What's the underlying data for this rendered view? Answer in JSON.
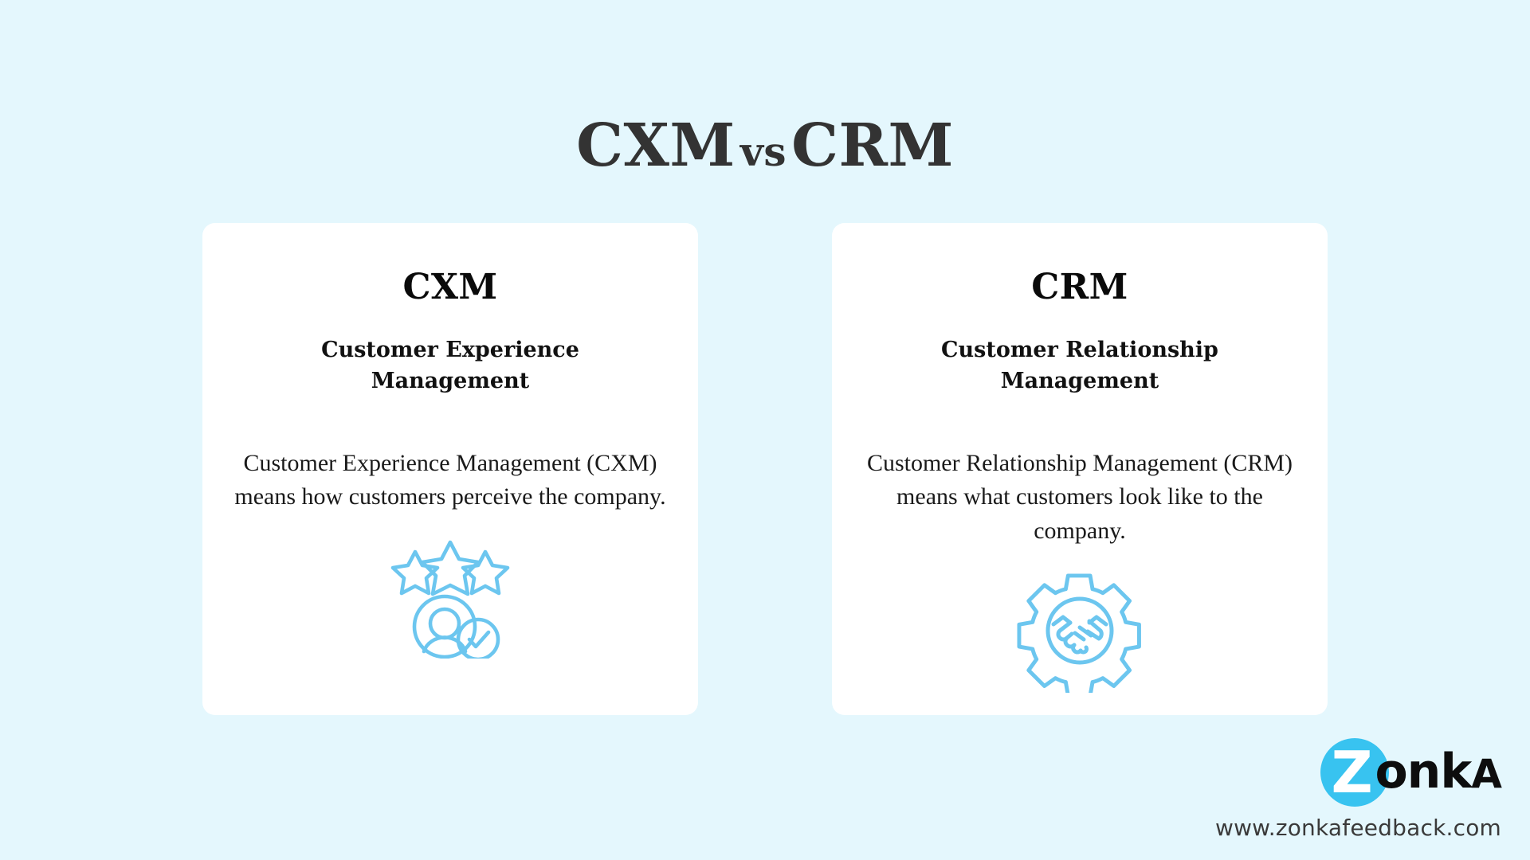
{
  "background_color": "#e4f7fd",
  "accent_color": "#6cc6ef",
  "title_color": "#333333",
  "page": {
    "title_part1": "CXM",
    "title_vs": "vs",
    "title_part2": "CRM"
  },
  "cards": [
    {
      "id": "cxm",
      "title": "CXM",
      "subtitle": "Customer Experience Management",
      "description": "Customer Experience Management (CXM) means how customers perceive the company.",
      "icon": "stars-user-check-icon"
    },
    {
      "id": "crm",
      "title": "CRM",
      "subtitle": "Customer Relationship Management",
      "description": "Customer Relationship Management (CRM) means what customers look like to the company.",
      "icon": "gear-handshake-icon"
    }
  ],
  "footer": {
    "logo_letter": "Z",
    "logo_word_main": "onk",
    "logo_word_last": "A",
    "site_url": "www.zonkafeedback.com"
  }
}
